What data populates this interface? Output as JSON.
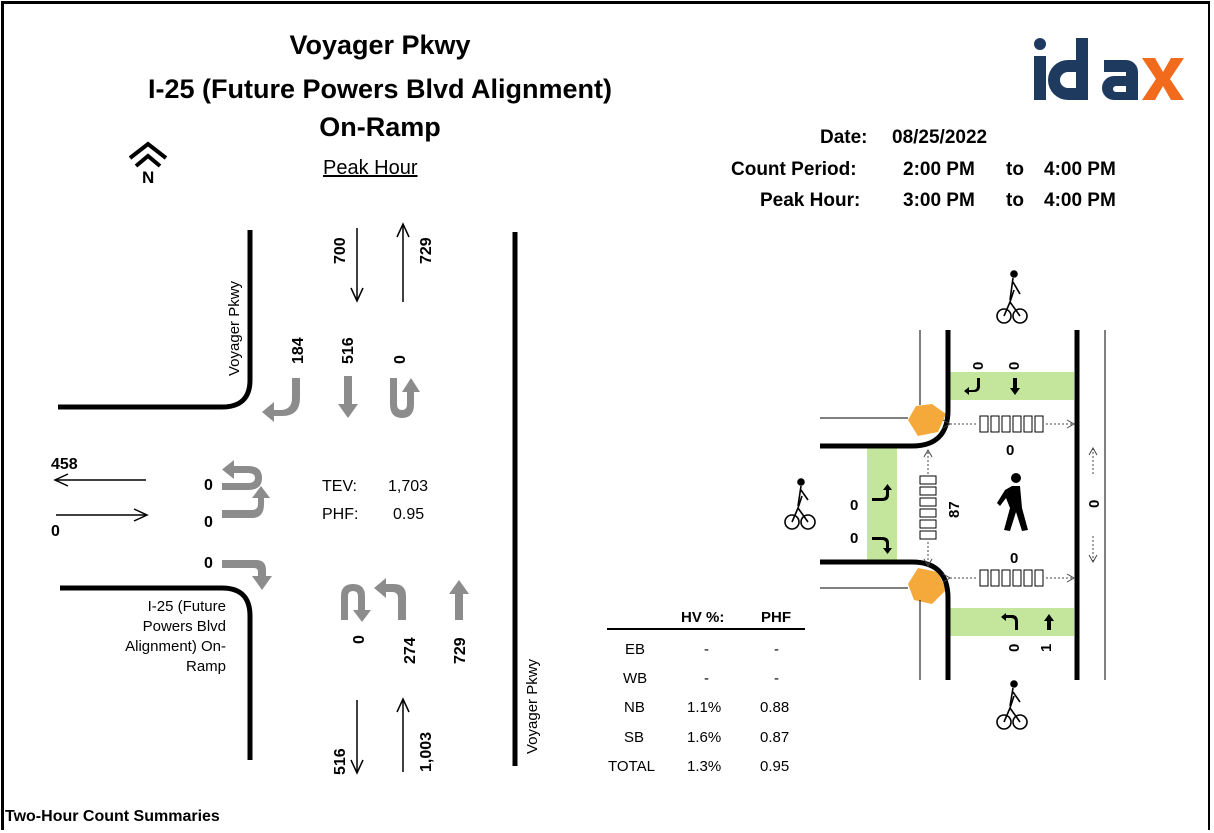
{
  "title": {
    "line1": "Voyager Pkwy",
    "line2": "I-25 (Future Powers Blvd Alignment)",
    "line3": "On-Ramp"
  },
  "logo_text": "idax",
  "north": "N",
  "peak_hour_label": "Peak Hour",
  "info": {
    "date_label": "Date:",
    "date": "08/25/2022",
    "count_period_label": "Count Period:",
    "count_start": "2:00 PM",
    "count_to": "to",
    "count_end": "4:00 PM",
    "peak_hour_label": "Peak Hour:",
    "peak_start": "3:00 PM",
    "peak_to": "to",
    "peak_end": "4:00 PM"
  },
  "streets": {
    "north_leg": "Voyager Pkwy",
    "south_leg": "Voyager Pkwy",
    "west_leg": "I-25 (Future Powers Blvd Alignment) On-Ramp",
    "west_leg_lines": [
      "I-25 (Future",
      "Powers Blvd",
      "Alignment) On-",
      "Ramp"
    ]
  },
  "volumes": {
    "north_approach_in": "700",
    "north_depart_out": "729",
    "sb_right": "184",
    "sb_thru": "516",
    "sb_uturn": "0",
    "wb_depart_out": "458",
    "eb_approach_in": "0",
    "eb_uturn": "0",
    "eb_left": "0",
    "eb_right": "0",
    "nb_uturn": "0",
    "nb_left": "274",
    "nb_thru": "729",
    "south_depart_out": "516",
    "south_approach_in": "1,003"
  },
  "tev_label": "TEV:",
  "tev_value": "1,703",
  "phf_label": "PHF:",
  "phf_value": "0.95",
  "summary_table": {
    "headers": [
      "HV %:",
      "PHF"
    ],
    "rows": [
      {
        "dir": "EB",
        "hv": "-",
        "phf": "-"
      },
      {
        "dir": "WB",
        "hv": "-",
        "phf": "-"
      },
      {
        "dir": "NB",
        "hv": "1.1%",
        "phf": "0.88"
      },
      {
        "dir": "SB",
        "hv": "1.6%",
        "phf": "0.87"
      },
      {
        "dir": "TOTAL",
        "hv": "1.3%",
        "phf": "0.95"
      }
    ]
  },
  "bike_ped": {
    "sb_bike_right": "0",
    "sb_bike_thru": "0",
    "eb_bike_top": "0",
    "eb_bike_bottom": "0",
    "ped_north_crosswalk": "0",
    "ped_west_crosswalk": "87",
    "ped_east_side": "0",
    "ped_south_crosswalk": "0",
    "nb_bike_left": "0",
    "nb_bike_thru": "1"
  },
  "footer": "Two-Hour Count Summaries",
  "colors": {
    "arrow_gray": "#8c8c8c",
    "bike_lane_green": "#c4e69c",
    "corner_orange": "#f5a93a",
    "logo_navy": "#1e3a5f",
    "logo_orange": "#f26b1d"
  }
}
